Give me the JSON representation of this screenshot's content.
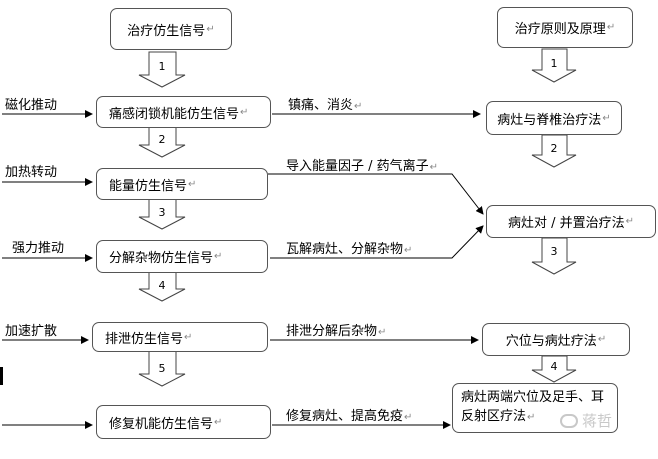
{
  "left_column": {
    "top": "治疗仿生信号",
    "boxes": [
      "痛感闭锁机能仿生信号",
      "能量仿生信号",
      "分解杂物仿生信号",
      "排泄仿生信号",
      "修复机能仿生信号"
    ]
  },
  "drivers": [
    "磁化推动",
    "加热转动",
    "强力推动",
    "加速扩散"
  ],
  "middle_labels": [
    "镇痛、消炎",
    "导入能量因子 / 药气离子",
    "瓦解病灶、分解杂物",
    "排泄分解后杂物",
    "修复病灶、提高免疫"
  ],
  "right_column": {
    "top": "治疗原则及原理",
    "boxes": [
      "病灶与脊椎治疗法",
      "病灶对 / 并置治疗法",
      "穴位与病灶疗法",
      "病灶两端穴位及足手、耳反射区疗法"
    ]
  },
  "left_steps": [
    "1",
    "2",
    "3",
    "4",
    "5"
  ],
  "right_steps": [
    "1",
    "2",
    "3",
    "4"
  ],
  "paragraph_mark": "↵",
  "watermark": "蒋哲"
}
